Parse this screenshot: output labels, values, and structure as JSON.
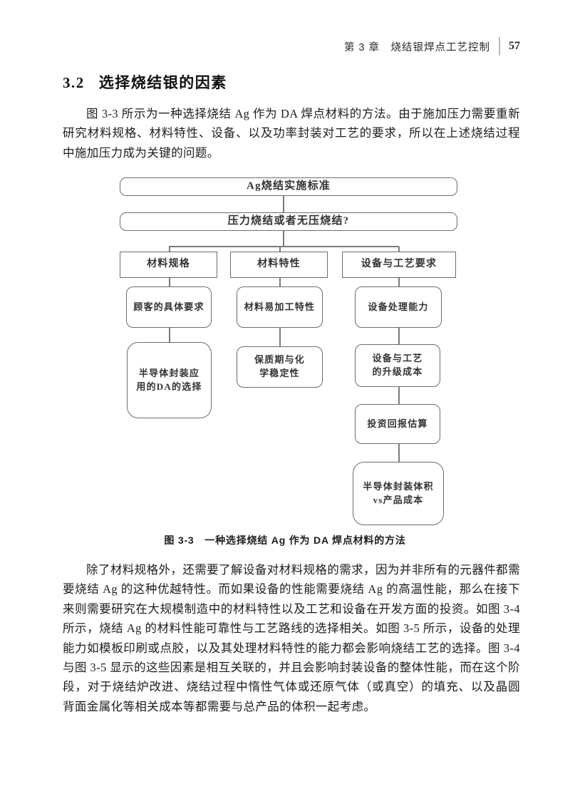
{
  "page": {
    "header": {
      "chapter_title": "第 3 章　烧结银焊点工艺控制",
      "page_number": "57"
    },
    "section": {
      "number": "3.2",
      "title": "选择烧结银的因素"
    },
    "paragraphs": {
      "p1": "图 3-3 所示为一种选择烧结 Ag 作为 DA 焊点材料的方法。由于施加压力需要重新研究材料规格、材料特性、设备、以及功率封装对工艺的要求，所以在上述烧结过程中施加压力成为关键的问题。",
      "p2": "除了材料规格外，还需要了解设备对材料规格的需求，因为并非所有的元器件都需要烧结 Ag 的这种优越特性。而如果设备的性能需要烧结 Ag 的高温性能，那么在接下来则需要研究在大规模制造中的材料特性以及工艺和设备在开发方面的投资。如图 3-4 所示，烧结 Ag 的材料性能可靠性与工艺路线的选择相关。如图 3-5 所示，设备的处理能力如模板印刷或点胶，以及其处理材料特性的能力都会影响烧结工艺的选择。图 3-4 与图 3-5 显示的这些因素是相互关联的，并且会影响封装设备的整体性能，而在这个阶段，对于烧结炉改进、烧结过程中惰性气体或还原气体（或真空）的填充、以及晶圆背面金属化等相关成本等都需要与总产品的体积一起考虑。"
    },
    "figure": {
      "caption": "图 3-3　一种选择烧结 Ag 作为 DA 焊点材料的方法",
      "flowchart": {
        "root": "Ag烧结实施标准",
        "decision": "压力烧结或者无压烧结?",
        "branch1": {
          "header": "材料规格",
          "node1": "顾客的具体要求",
          "node2": "半导体封装应\n用的DA的选择"
        },
        "branch2": {
          "header": "材料特性",
          "node1": "材料易加工特性",
          "node2": "保质期与化\n学稳定性"
        },
        "branch3": {
          "header": "设备与工艺要求",
          "node1": "设备处理能力",
          "node2": "设备与工艺\n的升级成本",
          "node3": "投资回报估算",
          "node4": "半导体封装体积\nvs产品成本"
        }
      }
    },
    "colors": {
      "box_border": "#6d6d6d",
      "connector": "#7b7b7b",
      "divider": "#b9b9b9",
      "text": "#1c1c1c"
    }
  }
}
